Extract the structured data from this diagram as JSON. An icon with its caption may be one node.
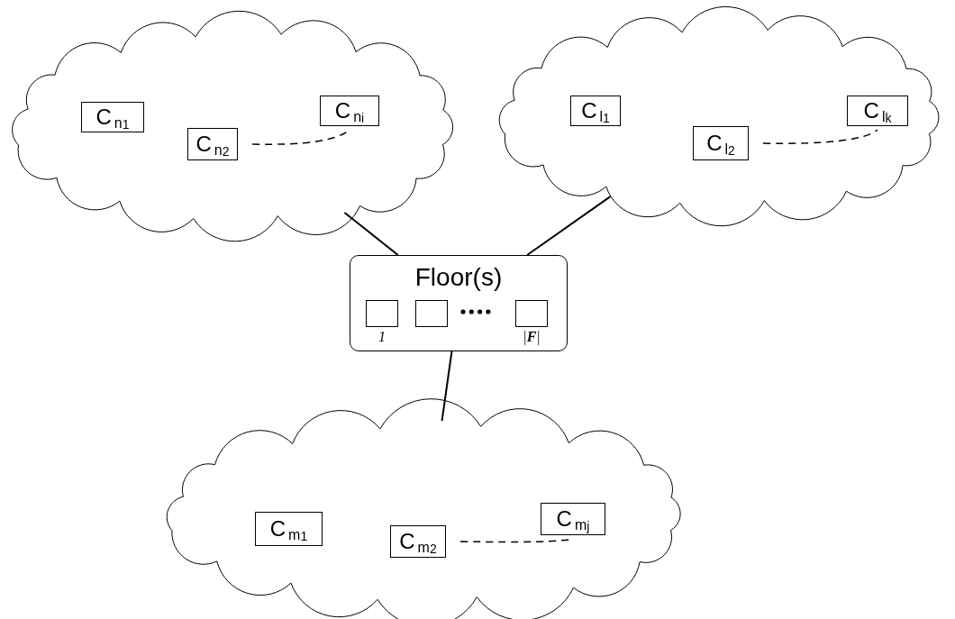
{
  "diagram": {
    "nodes": [
      {
        "text": [],
        "shape": "cloud"
      },
      {
        "text": [
          "C$_{n}$$_{1}$"
        ],
        "in": 0
      },
      {
        "text": [
          "C$_{n}$$_{2}$"
        ],
        "in": 0
      },
      {
        "text": [
          "C$_{n}$$_{i}$"
        ],
        "in": 0
      },
      {
        "text": [],
        "shape": "cloud"
      },
      {
        "text": [
          "C$_{l}$$_{1}$"
        ],
        "in": 4
      },
      {
        "text": [
          "C$_{l}$$_{2}$"
        ],
        "in": 4
      },
      {
        "text": [
          "C$_{l}$$_{k}$"
        ],
        "in": 4
      },
      {
        "text": [
          "Floor(s)"
        ]
      },
      {
        "text": [],
        "shape": "box",
        "in": 8,
        "beside": [
          "1"
        ]
      },
      {
        "text": [],
        "shape": "box",
        "in": 8
      },
      {
        "text": [],
        "shape": "box",
        "in": 8,
        "beside": [
          "|**F**|"
        ]
      },
      {
        "text": [],
        "shape": "cloud"
      },
      {
        "text": [
          "C$_{m}$$_{1}$"
        ],
        "in": 12
      },
      {
        "text": [
          "C$_{m}$$_{2}$"
        ],
        "in": 12
      },
      {
        "text": [
          "C$_{m}$$_{j}$"
        ],
        "in": 12
      }
    ],
    "edges": [
      {
        "from": 0,
        "to": 8,
        "arrow": "none"
      },
      {
        "from": 4,
        "to": 8,
        "arrow": "none"
      },
      {
        "from": 8,
        "to": 12,
        "arrow": "none"
      },
      {
        "from": 2,
        "to": 3,
        "arrow": "none",
        "style": "dashed"
      },
      {
        "from": 6,
        "to": 7,
        "arrow": "none",
        "style": "dashed"
      },
      {
        "from": 14,
        "to": 15,
        "arrow": "none",
        "style": "dashed"
      }
    ]
  }
}
